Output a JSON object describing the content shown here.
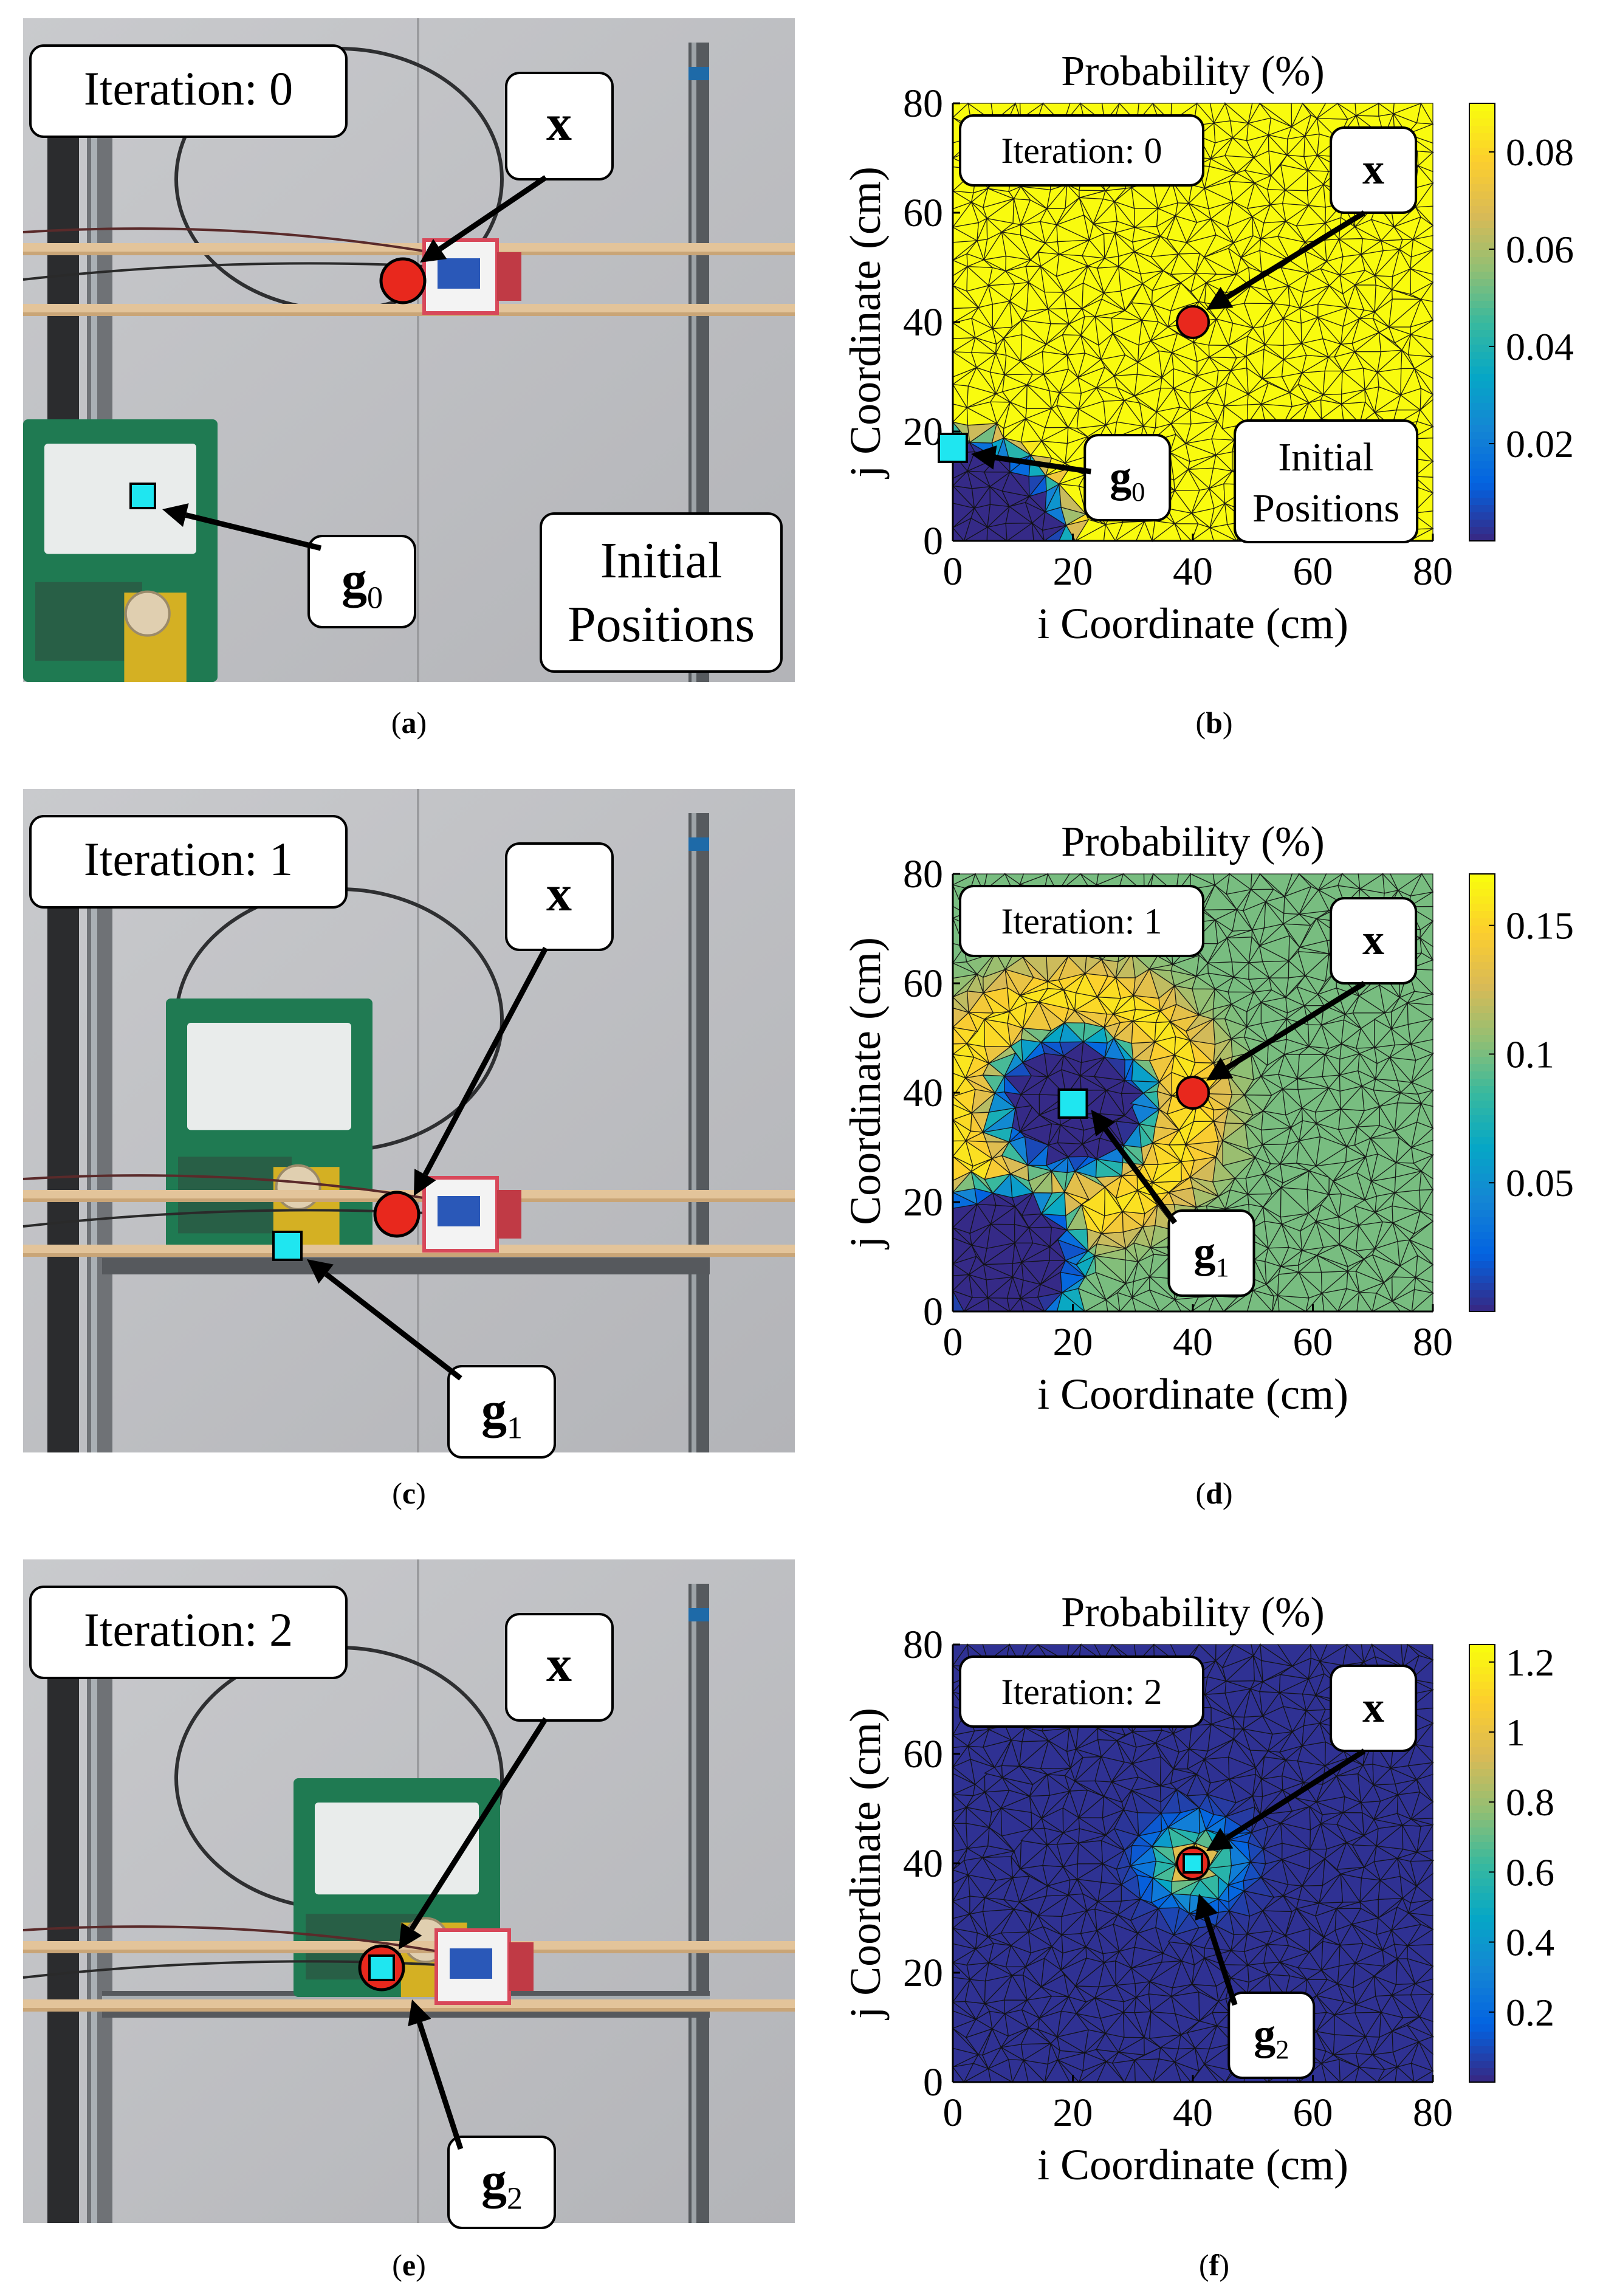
{
  "panels": [
    {
      "id": "a",
      "caption_letter": "a",
      "iteration_label": "Iteration: 0",
      "x_label": "x",
      "g_label": "g",
      "g_sub": "0",
      "extra_label_lines": [
        "Initial",
        "Positions"
      ]
    },
    {
      "id": "c",
      "caption_letter": "c",
      "iteration_label": "Iteration: 1",
      "x_label": "x",
      "g_label": "g",
      "g_sub": "1"
    },
    {
      "id": "e",
      "caption_letter": "e",
      "iteration_label": "Iteration: 2",
      "x_label": "x",
      "g_label": "g",
      "g_sub": "2"
    }
  ],
  "chart_data": [
    {
      "id": "b",
      "type": "heatmap",
      "caption_letter": "b",
      "title": "Probability (%)",
      "xlabel": "i Coordinate (cm)",
      "ylabel": "j Coordinate (cm)",
      "xlim": [
        0,
        80
      ],
      "ylim": [
        0,
        80
      ],
      "xticks": [
        "0",
        "20",
        "40",
        "60",
        "80"
      ],
      "yticks": [
        "0",
        "20",
        "40",
        "60",
        "80"
      ],
      "colorbar": {
        "min": 0,
        "max": 0.09,
        "ticks": [
          0.02,
          0.04,
          0.06,
          0.08
        ],
        "tick_labels": [
          "0.02",
          "0.04",
          "0.06",
          "0.08"
        ]
      },
      "background_level": 0.09,
      "low_regions": [
        {
          "cx": 0,
          "cy": 0,
          "r": 22,
          "level": 0.0
        }
      ],
      "iteration_label": "Iteration: 0",
      "extra_label_lines": [
        "Initial",
        "Positions"
      ],
      "target_x": {
        "label": "x",
        "i": 40,
        "j": 40
      },
      "estimate_g": {
        "label": "g",
        "sub": "0",
        "i": 0,
        "j": 17
      }
    },
    {
      "id": "d",
      "type": "heatmap",
      "caption_letter": "d",
      "title": "Probability (%)",
      "xlabel": "i Coordinate (cm)",
      "ylabel": "j Coordinate (cm)",
      "xlim": [
        0,
        80
      ],
      "ylim": [
        0,
        80
      ],
      "xticks": [
        "0",
        "20",
        "40",
        "60",
        "80"
      ],
      "yticks": [
        "0",
        "20",
        "40",
        "60",
        "80"
      ],
      "colorbar": {
        "min": 0,
        "max": 0.17,
        "ticks": [
          0.05,
          0.1,
          0.15
        ],
        "tick_labels": [
          "0.05",
          "0.1",
          "0.15"
        ]
      },
      "background_level": 0.1,
      "ring": {
        "cx": 20,
        "cy": 38,
        "r": 20,
        "width": 6,
        "level": 0.16
      },
      "low_regions": [
        {
          "cx": 20,
          "cy": 38,
          "r": 15,
          "level": 0.0
        },
        {
          "cx": 8,
          "cy": 10,
          "r": 16,
          "level": 0.0
        }
      ],
      "iteration_label": "Iteration: 1",
      "target_x": {
        "label": "x",
        "i": 40,
        "j": 40
      },
      "estimate_g": {
        "label": "g",
        "sub": "1",
        "i": 20,
        "j": 38
      }
    },
    {
      "id": "f",
      "type": "heatmap",
      "caption_letter": "f",
      "title": "Probability (%)",
      "xlabel": "i Coordinate (cm)",
      "ylabel": "j Coordinate (cm)",
      "xlim": [
        0,
        80
      ],
      "ylim": [
        0,
        80
      ],
      "xticks": [
        "0",
        "20",
        "40",
        "60",
        "80"
      ],
      "yticks": [
        "0",
        "20",
        "40",
        "60",
        "80"
      ],
      "colorbar": {
        "min": 0,
        "max": 1.25,
        "ticks": [
          0.2,
          0.4,
          0.6,
          0.8,
          1,
          1.2
        ],
        "tick_labels": [
          "0.2",
          "0.4",
          "0.6",
          "0.8",
          "1",
          "1.2"
        ]
      },
      "background_level": 0.02,
      "peak": {
        "cx": 40,
        "cy": 40,
        "r": 11,
        "level": 1.2
      },
      "iteration_label": "Iteration: 2",
      "target_x": {
        "label": "x",
        "i": 40,
        "j": 40
      },
      "estimate_g": {
        "label": "g",
        "sub": "2",
        "i": 40,
        "j": 40
      }
    }
  ],
  "colors": {
    "marker_red": "#e8281d",
    "marker_cyan": "#1fe6f0",
    "parula": [
      "#352a87",
      "#0363e1",
      "#1485d4",
      "#06a7c6",
      "#38b99e",
      "#92bf73",
      "#d9ba56",
      "#fcce2e",
      "#f9fb0e"
    ]
  }
}
